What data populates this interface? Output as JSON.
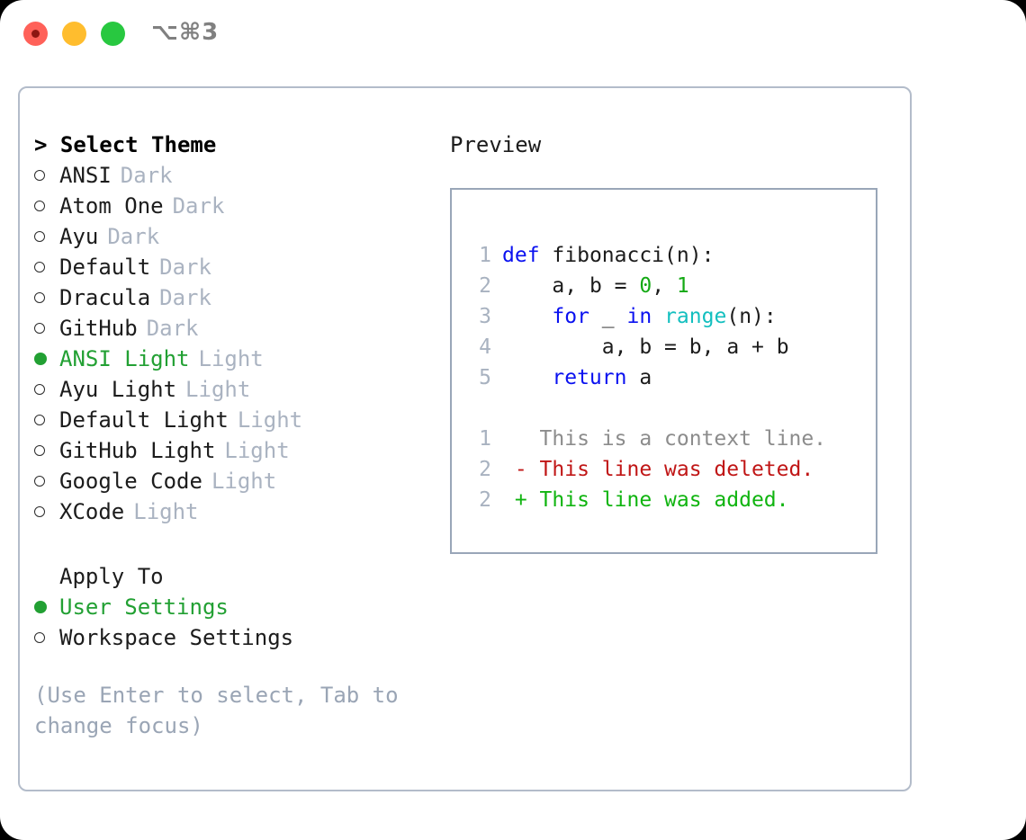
{
  "window": {
    "shortcut": "⌥⌘3",
    "traffic_lights": [
      "close-red",
      "minimize-yellow",
      "maximize-green"
    ]
  },
  "theme_selector": {
    "heading": "> Select Theme",
    "items": [
      {
        "marker": "ring",
        "name": "ANSI",
        "variant": "Dark",
        "selected": false
      },
      {
        "marker": "ring",
        "name": "Atom One",
        "variant": "Dark",
        "selected": false
      },
      {
        "marker": "ring",
        "name": "Ayu",
        "variant": "Dark",
        "selected": false
      },
      {
        "marker": "ring",
        "name": "Default",
        "variant": "Dark",
        "selected": false
      },
      {
        "marker": "ring",
        "name": "Dracula",
        "variant": "Dark",
        "selected": false
      },
      {
        "marker": "ring",
        "name": "GitHub",
        "variant": "Dark",
        "selected": false
      },
      {
        "marker": "dot",
        "name": "ANSI Light",
        "variant": "Light",
        "selected": true
      },
      {
        "marker": "ring",
        "name": "Ayu Light",
        "variant": "Light",
        "selected": false
      },
      {
        "marker": "ring",
        "name": "Default Light",
        "variant": "Light",
        "selected": false
      },
      {
        "marker": "ring",
        "name": "GitHub Light",
        "variant": "Light",
        "selected": false
      },
      {
        "marker": "ring",
        "name": "Google Code",
        "variant": "Light",
        "selected": false
      },
      {
        "marker": "ring",
        "name": "XCode",
        "variant": "Light",
        "selected": false
      }
    ]
  },
  "apply_to": {
    "heading": "Apply To",
    "options": [
      {
        "marker": "dot",
        "label": "User Settings",
        "selected": true
      },
      {
        "marker": "ring",
        "label": "Workspace Settings",
        "selected": false
      }
    ]
  },
  "hint": "(Use Enter to select, Tab to change focus)",
  "preview": {
    "label": "Preview",
    "code_lines": [
      {
        "number": "1",
        "text": "def fibonacci(n):"
      },
      {
        "number": "2",
        "text": "    a, b = 0, 1"
      },
      {
        "number": "3",
        "text": "    for _ in range(n):"
      },
      {
        "number": "4",
        "text": "        a, b = b, a + b"
      },
      {
        "number": "5",
        "text": "    return a"
      }
    ],
    "diff_lines": [
      {
        "number": "1",
        "sign": " ",
        "text": "This is a context line.",
        "kind": "context"
      },
      {
        "number": "2",
        "sign": "-",
        "text": "This line was deleted.",
        "kind": "deleted"
      },
      {
        "number": "2",
        "sign": "+",
        "text": "This line was added.",
        "kind": "added"
      }
    ]
  },
  "colors": {
    "accent_green": "#22a033",
    "muted": "#aab3c1",
    "hint": "#9aa5b5",
    "keyword": "#0a11f0",
    "number": "#14a914",
    "function": "#13bfbf",
    "diff_deleted": "#c01616",
    "diff_added": "#10b410",
    "diff_context": "#8c8c8c",
    "line_number": "#a8b2c0",
    "panel_border": "#b3bcca",
    "preview_border": "#99a6b8"
  }
}
